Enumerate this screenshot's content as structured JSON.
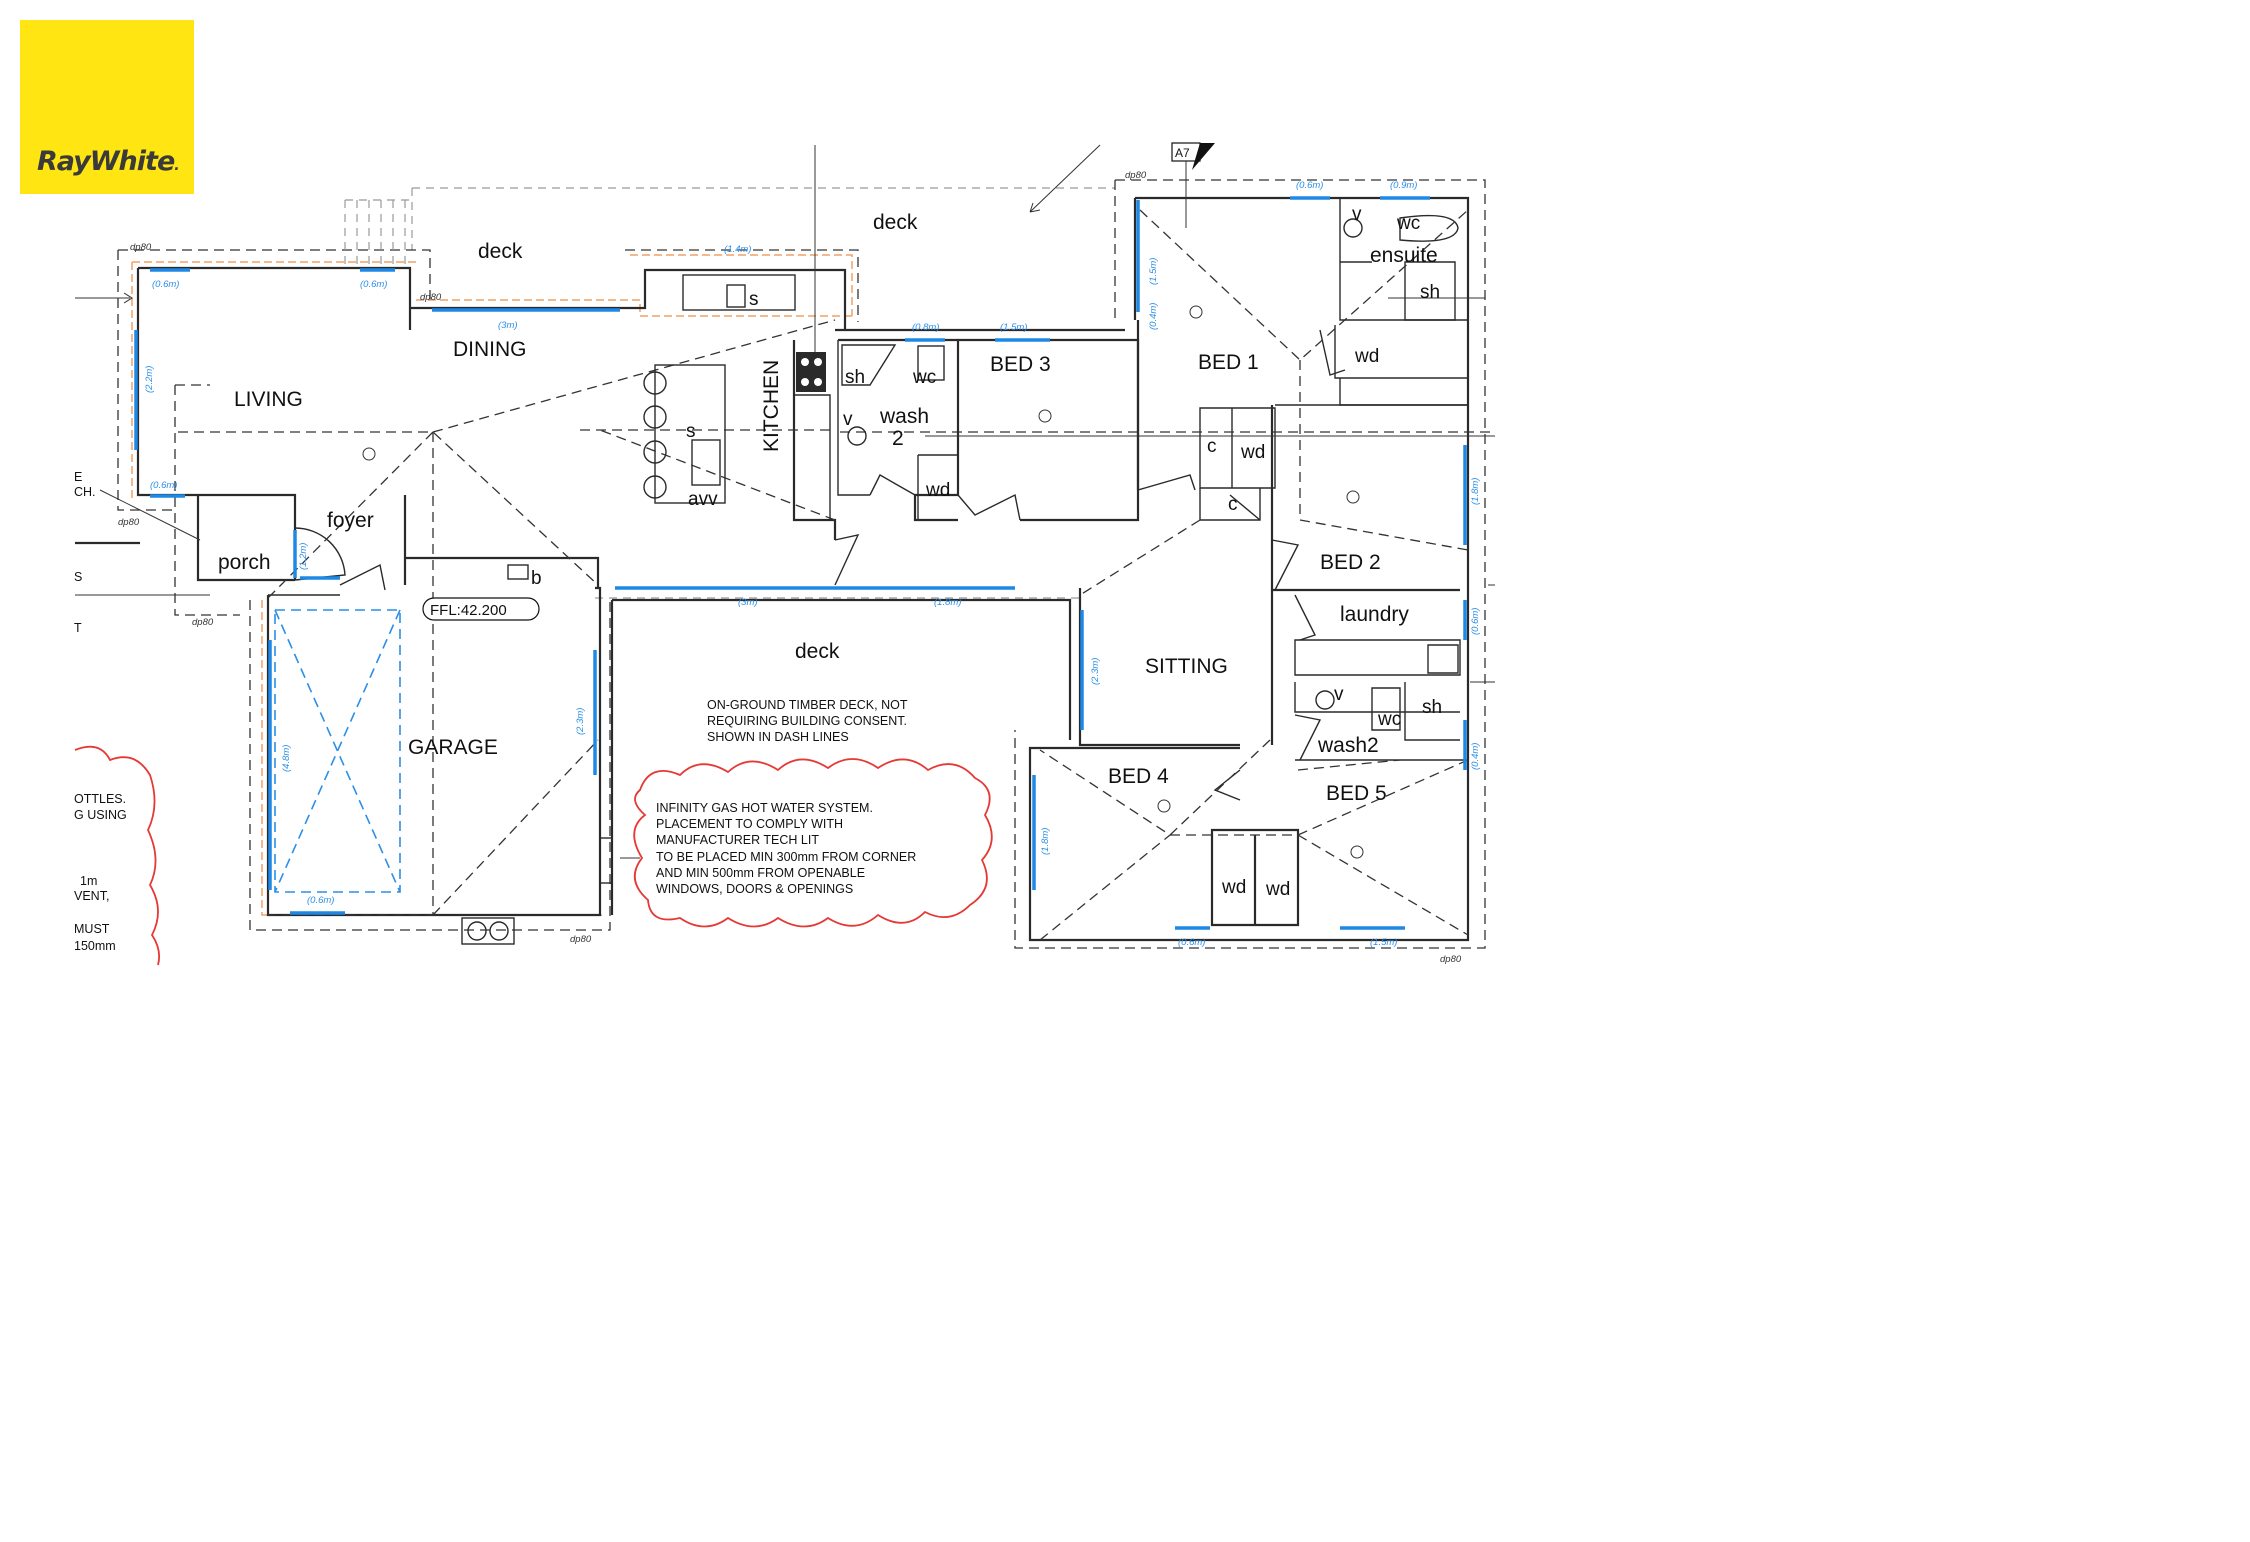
{
  "brand": {
    "name": "RayWhite",
    "mark": ".",
    "color": "#FFE512"
  },
  "rooms": {
    "deck_top_left": "deck",
    "deck_top_right": "deck",
    "dining": "DINING",
    "living": "LIVING",
    "kitchen": "KITCHEN",
    "foyer": "foyer",
    "porch": "porch",
    "garage": "GARAGE",
    "deck_center": "deck",
    "bed1": "BED 1",
    "bed2": "BED 2",
    "bed3": "BED 3",
    "bed4": "BED 4",
    "bed5": "BED 5",
    "ensuite": "ensuite",
    "wash2_top": "wash\n2",
    "wash2_bottom": "wash2",
    "laundry": "laundry",
    "sitting": "SITTING"
  },
  "fixtures": {
    "sh": "sh",
    "wc": "wc",
    "wd": "wd",
    "s": "s",
    "v": "v",
    "c": "c",
    "b": "b",
    "avv": "avv"
  },
  "ffl": "FFL:42.200",
  "callout_a7": "A7",
  "dims": {
    "d06": "(0.6m)",
    "d14": "(1.4m)",
    "d3": "(3m)",
    "d22": "(2.2m)",
    "d08": "(0.8m)",
    "d15": "(1.5m)",
    "d09": "(0.9m)",
    "d04": "(0.4m)",
    "d18": "(1.8m)",
    "d12": "(1.2m)",
    "d48": "(4.8m)",
    "d23": "(2.3m)"
  },
  "tags": {
    "dp80": "dp80"
  },
  "deck_note": [
    "ON-GROUND TIMBER DECK, NOT",
    "REQUIRING BUILDING CONSENT.",
    "SHOWN IN DASH LINES"
  ],
  "hot_water_note": [
    "INFINITY GAS HOT WATER SYSTEM.",
    "PLACEMENT TO COMPLY WITH",
    "MANUFACTURER TECH LIT",
    "TO BE PLACED MIN 300mm FROM CORNER",
    "AND MIN 500mm FROM OPENABLE",
    "WINDOWS, DOORS & OPENINGS"
  ],
  "left_fragments": {
    "f1": "E",
    "f2": "CH.",
    "f3": "S",
    "f4": "T",
    "f5": "OTTLES.",
    "f6": "G USING",
    "f7": "1m",
    "f8": "VENT,",
    "f9": "MUST",
    "f10": "150mm"
  }
}
